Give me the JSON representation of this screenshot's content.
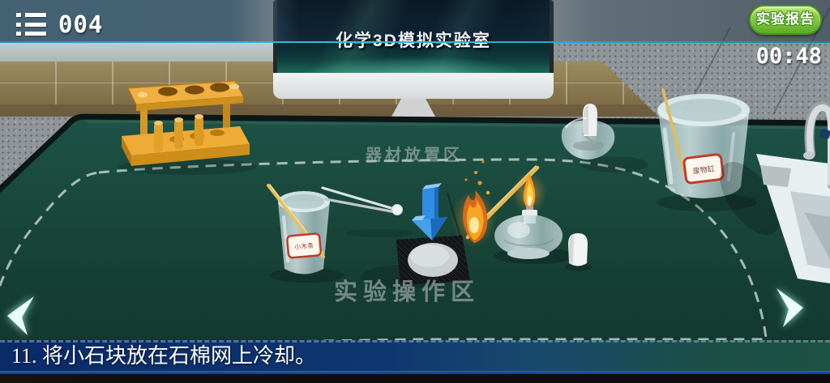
{
  "topbar": {
    "menu_counter": "004",
    "report_button": "实验报告",
    "timer": "00:48"
  },
  "monitor": {
    "screen_title": "化学3D模拟实验室"
  },
  "zones": {
    "equipment_label": "器材放置区",
    "operation_label": "实验操作区"
  },
  "equipment": {
    "left_beaker_label": "小木条",
    "waste_beaker_label": "废物缸"
  },
  "instruction": {
    "text": "11. 将小石块放在石棉网上冷却。"
  },
  "colors": {
    "accent_line": "#2e9fd8",
    "report_button_green": "#6fbe35",
    "table_green": "#1a473d",
    "instruction_bar_blue": "#0c2f6e",
    "hint_arrow_blue": "#2f8de4",
    "flame_orange": "#ff9a1a"
  }
}
